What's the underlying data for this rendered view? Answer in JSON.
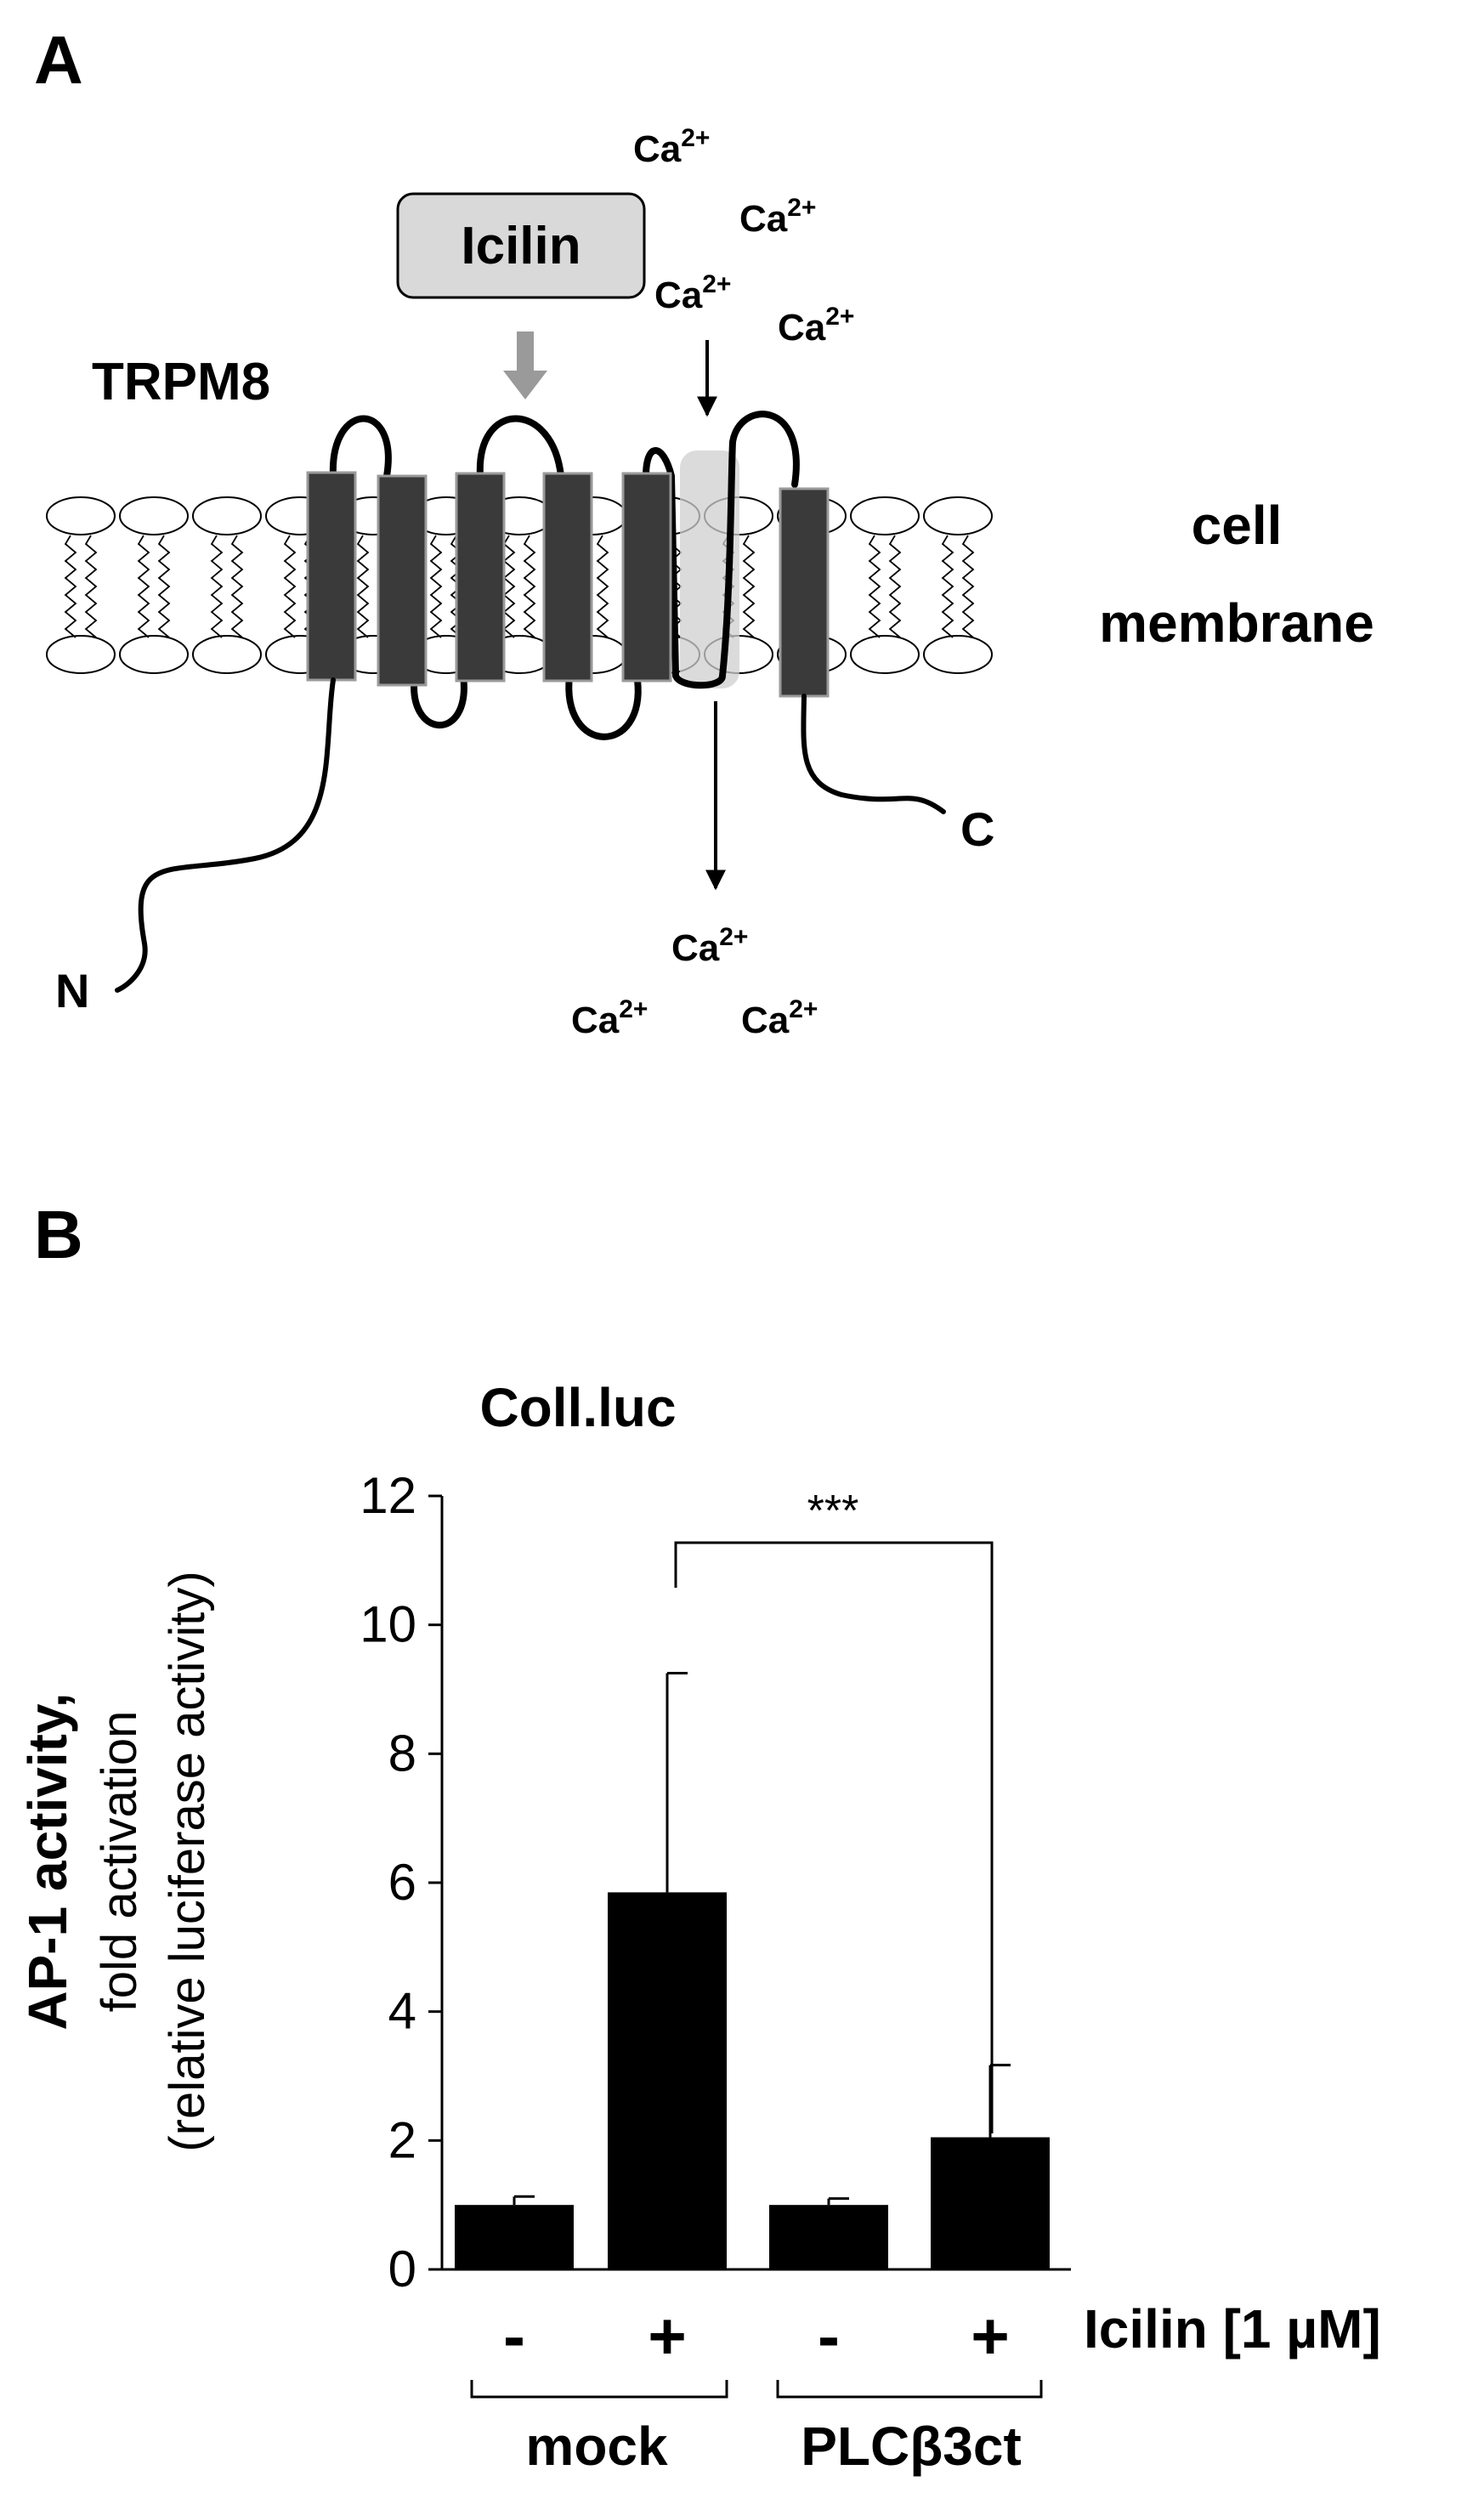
{
  "panel_a": {
    "panel_label": "A",
    "protein_label": "TRPM8",
    "agonist_label": "Icilin",
    "membrane_label_line1": "cell",
    "membrane_label_line2": "membrane",
    "n_terminus": "N",
    "c_terminus": "C",
    "ion": "Ca",
    "ion_charge": "2+"
  },
  "panel_b": {
    "panel_label": "B",
    "significance": "***",
    "treatment_label": "Icilin [1 µM]",
    "group_labels": [
      "mock",
      "PLCβ3ct"
    ],
    "ylabel_bold": "AP-1 activity,",
    "ylabel_line2": "fold activation",
    "ylabel_line3": "(relative luciferase activity)"
  },
  "chart_data": {
    "type": "bar",
    "title": "Coll.luc",
    "categories": [
      "-",
      "+",
      "-",
      "+"
    ],
    "groups": [
      {
        "name": "mock",
        "categories": [
          "-",
          "+"
        ]
      },
      {
        "name": "PLCβ3ct",
        "categories": [
          "-",
          "+"
        ]
      }
    ],
    "values": [
      1.0,
      5.85,
      1.0,
      2.05
    ],
    "errors": [
      0.13,
      3.4,
      0.1,
      1.12
    ],
    "ylabel": "AP-1 activity, fold activation (relative luciferase activity)",
    "ylim": [
      0,
      12
    ],
    "yticks": [
      0,
      2,
      4,
      6,
      8,
      10,
      12
    ],
    "bar_color": "#000000",
    "grid": false,
    "legend": "none",
    "annotation": "***"
  },
  "colors": {
    "tm_segment": "#3a3a3a",
    "icilin_box": "#d9d9d9",
    "pore_highlight": "#cfcfcf",
    "ink": "#000000"
  }
}
